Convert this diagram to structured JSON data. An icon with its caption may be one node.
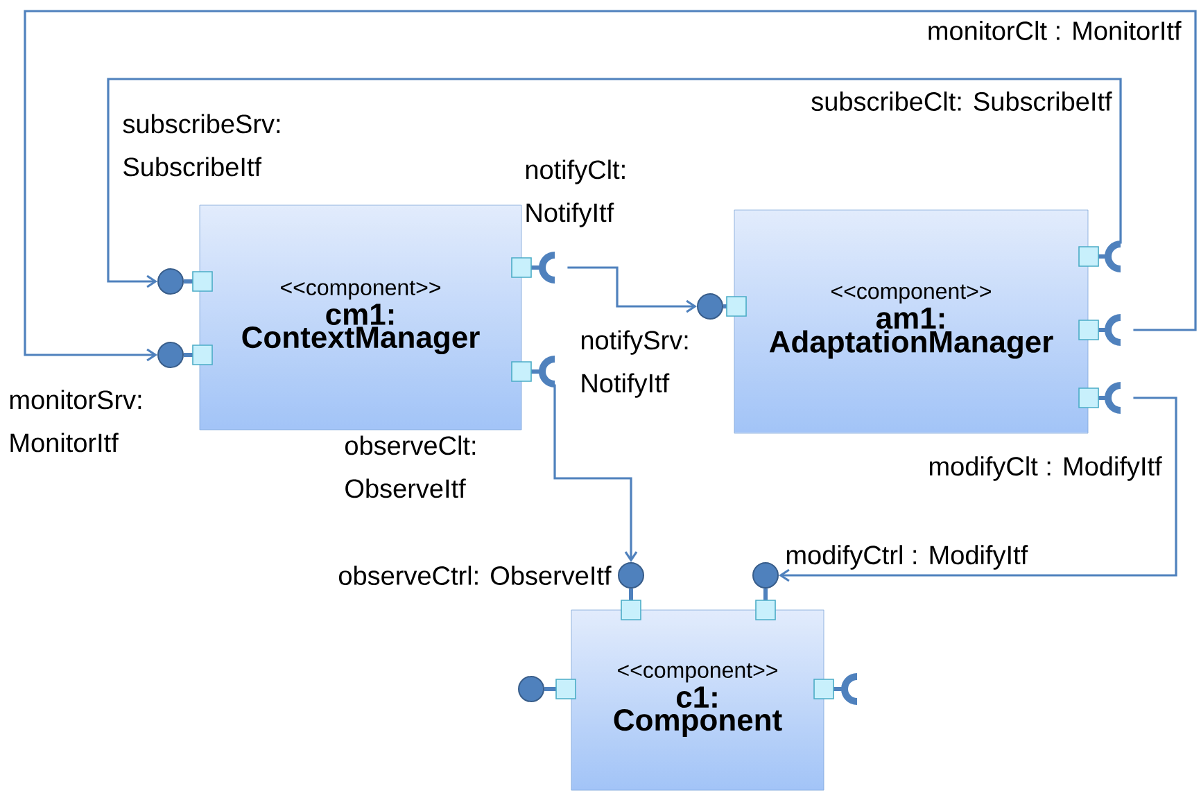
{
  "diagram": {
    "nodes": [
      {
        "text": [
          "<<component>>",
          "cm1: ContextManager"
        ]
      },
      {
        "text": [
          "<<component>>",
          "am1: AdaptationManager"
        ]
      },
      {
        "text": [
          "<<component>>",
          "c1: Component"
        ]
      },
      {
        "text": [],
        "shape": "circle"
      },
      {
        "text": [],
        "shape": "circle"
      },
      {
        "text": [],
        "shape": "arc"
      },
      {
        "text": [],
        "shape": "arc"
      },
      {
        "text": [],
        "shape": "circle"
      },
      {
        "text": [],
        "shape": "arc"
      },
      {
        "text": [],
        "shape": "arc"
      },
      {
        "text": [],
        "shape": "arc"
      },
      {
        "text": [],
        "shape": "circle"
      },
      {
        "text": [],
        "shape": "circle"
      },
      {
        "text": [],
        "shape": "circle"
      },
      {
        "text": [],
        "shape": "arc"
      }
    ],
    "edges": [
      {
        "from": 8,
        "to": 3,
        "arrow": "to"
      },
      {
        "from": 9,
        "to": 4,
        "arrow": "to"
      },
      {
        "from": 5,
        "to": 7,
        "arrow": "to"
      },
      {
        "from": 6,
        "to": 11,
        "arrow": "to"
      },
      {
        "from": 10,
        "to": 12,
        "arrow": "to"
      },
      {
        "from": 0,
        "to": 3,
        "arrow": "none"
      },
      {
        "from": 0,
        "to": 4,
        "arrow": "none"
      },
      {
        "from": 0,
        "to": 5,
        "arrow": "none"
      },
      {
        "from": 0,
        "to": 6,
        "arrow": "none"
      },
      {
        "from": 1,
        "to": 7,
        "arrow": "none"
      },
      {
        "from": 1,
        "to": 8,
        "arrow": "none"
      },
      {
        "from": 1,
        "to": 9,
        "arrow": "none"
      },
      {
        "from": 1,
        "to": 10,
        "arrow": "none"
      },
      {
        "from": 2,
        "to": 11,
        "arrow": "none"
      },
      {
        "from": 2,
        "to": 12,
        "arrow": "none"
      },
      {
        "from": 2,
        "to": 13,
        "arrow": "none"
      },
      {
        "from": 2,
        "to": 14,
        "arrow": "none"
      }
    ],
    "labels": [
      "monitorClt : MonitorItf",
      "subscribeClt: SubscribeItf",
      "subscribeSrv: SubscribeItf",
      "notifyClt: NotifyItf",
      "notifySrv: NotifyItf",
      "monitorSrv: MonitorItf",
      "modifyClt : ModifyItf",
      "observeClt: ObserveItf",
      "modifyCtrl : ModifyItf",
      "observeCtrl: ObserveItf"
    ]
  }
}
